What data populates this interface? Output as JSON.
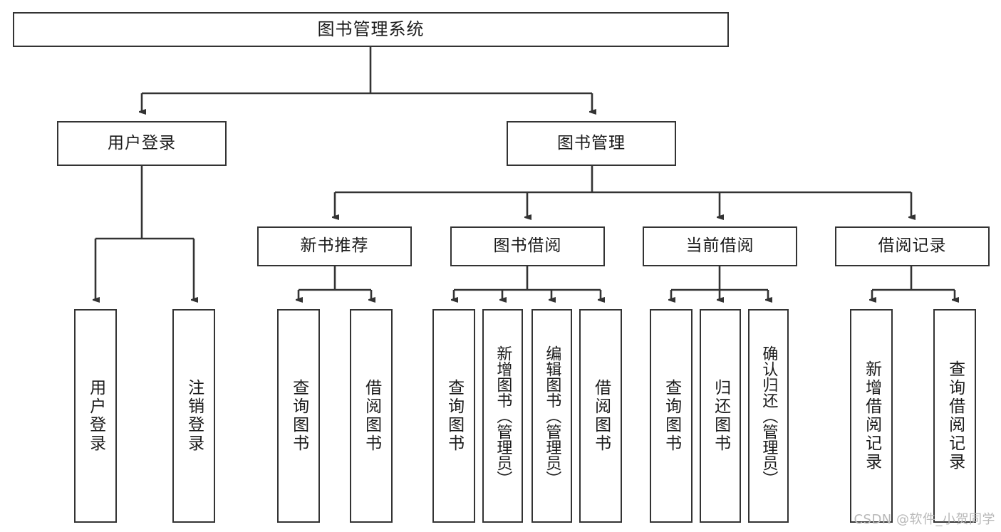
{
  "diagram": {
    "title": "图书管理系统",
    "root": {
      "label": "图书管理系统"
    },
    "level2": [
      {
        "label": "用户登录"
      },
      {
        "label": "图书管理"
      }
    ],
    "level3": [
      {
        "label": "新书推荐"
      },
      {
        "label": "图书借阅"
      },
      {
        "label": "当前借阅"
      },
      {
        "label": "借阅记录"
      }
    ],
    "leaves": {
      "user_login": [
        {
          "label": "用户登录"
        },
        {
          "label": "注销登录"
        }
      ],
      "new_book": [
        {
          "label": "查询图书"
        },
        {
          "label": "借阅图书"
        }
      ],
      "borrow_book": [
        {
          "label": "查询图书"
        },
        {
          "label": "新增图书（管理员）"
        },
        {
          "label": "编辑图书（管理员）"
        },
        {
          "label": "借阅图书"
        }
      ],
      "current_borrow": [
        {
          "label": "查询图书"
        },
        {
          "label": "归还图书"
        },
        {
          "label": "确认归还（管理员）"
        }
      ],
      "borrow_record": [
        {
          "label": "新增借阅记录"
        },
        {
          "label": "查询借阅记录"
        }
      ]
    }
  },
  "watermark": {
    "text": "CSDN @软件_小贺同学"
  },
  "colors": {
    "border": "#333333",
    "text": "#1b1b1b",
    "background": "#ffffff",
    "watermark": "#b8b8b8"
  }
}
